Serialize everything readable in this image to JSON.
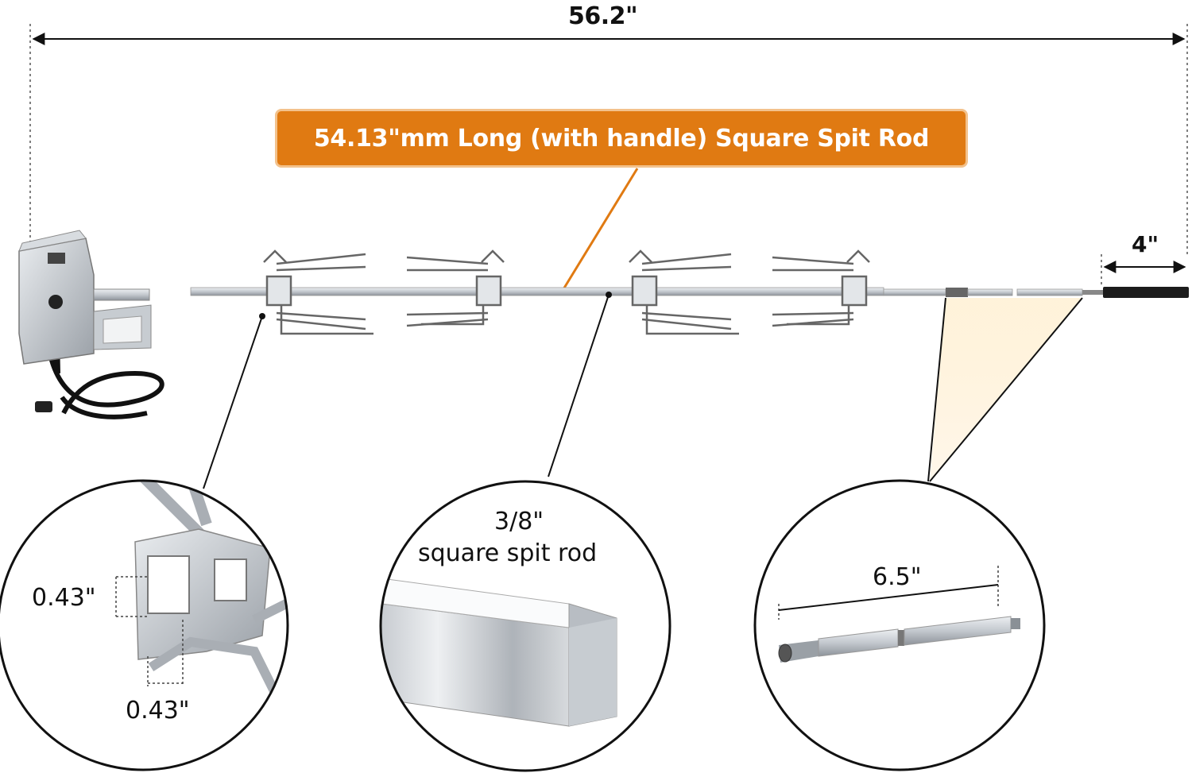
{
  "dimensions": {
    "overall_length": "56.2\"",
    "end_length": "4\"",
    "bracket_height": "0.43\"",
    "bracket_width": "0.43\"",
    "rod_size_line1": "3/8\"",
    "rod_size_line2": "square spit rod",
    "extension_length": "6.5\""
  },
  "banner": {
    "text": "54.13\"mm Long (with handle) Square Spit Rod"
  },
  "colors": {
    "accent": "#e07a12",
    "accent_border": "#f3c28c",
    "line": "#111111",
    "steel": "#b9bec4"
  }
}
